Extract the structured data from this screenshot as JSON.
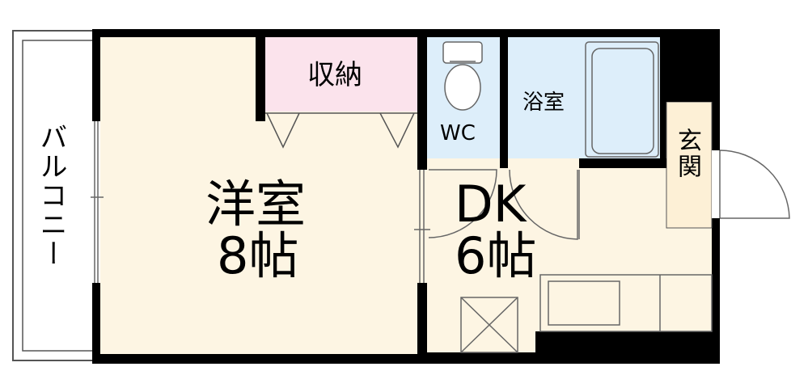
{
  "rooms": {
    "western": {
      "name": "洋室",
      "size": "8帖"
    },
    "dk": {
      "name": "DK",
      "size": "6帖"
    },
    "storage": {
      "name": "収納"
    },
    "wc": {
      "name": "WC"
    },
    "bath": {
      "name": "浴室"
    },
    "entrance": {
      "name": "玄関"
    },
    "balcony": {
      "name": "バルコニー"
    }
  },
  "colors": {
    "wall": "#000000",
    "floor": "#fdf5e3",
    "storage": "#fbe3ec",
    "wet": "#ddeefa",
    "entrance": "#fdf0d6",
    "balcony": "#ffffff",
    "line": "#555555"
  }
}
